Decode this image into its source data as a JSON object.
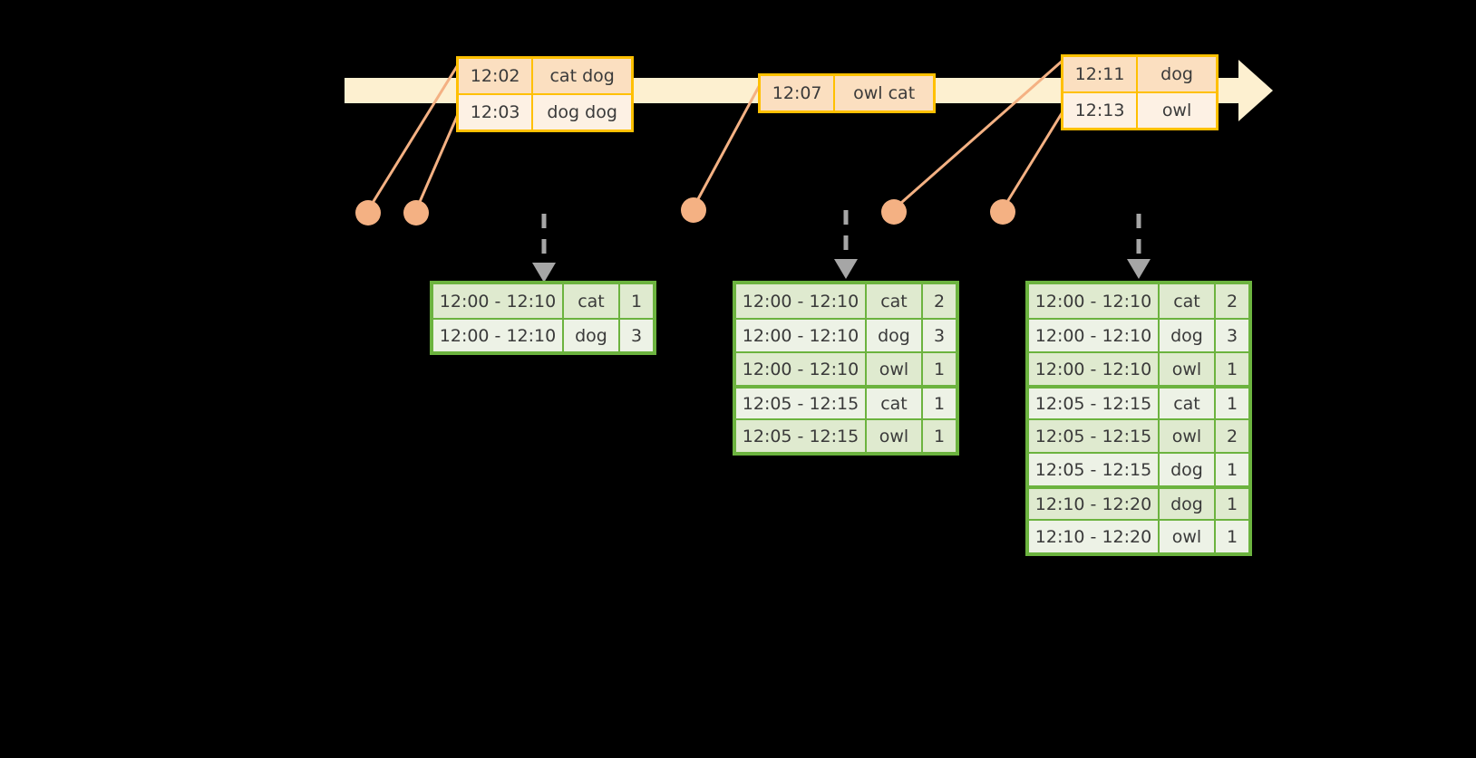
{
  "diagram": {
    "title": "",
    "colors": {
      "background": "#000000",
      "timeline_bar": "#fdf0d0",
      "event_border": "#ffc000",
      "event_fill_dark": "#fbdfc0",
      "event_fill_light": "#fdf1e4",
      "connector": "#f4b183",
      "dot": "#f4b183",
      "table_border": "#6cb33f",
      "table_fill_dark": "#dfeacf",
      "table_fill_light": "#edf2e6",
      "dashed_arrow": "#a6a6a6",
      "text": "#3a3a3a"
    }
  },
  "timeline": {
    "name": "event-stream-timeline",
    "arrow_direction": "right",
    "event_groups": [
      {
        "name": "event-group-1",
        "events": [
          {
            "time": "12:02",
            "text": "cat dog"
          },
          {
            "time": "12:03",
            "text": "dog dog"
          }
        ]
      },
      {
        "name": "event-group-2",
        "events": [
          {
            "time": "12:07",
            "text": "owl cat"
          }
        ]
      },
      {
        "name": "event-group-3",
        "events": [
          {
            "time": "12:11",
            "text": "dog"
          },
          {
            "time": "12:13",
            "text": "owl"
          }
        ]
      }
    ]
  },
  "dots": [
    {
      "name": "event-dot-1",
      "label": ""
    },
    {
      "name": "event-dot-2",
      "label": ""
    },
    {
      "name": "event-dot-3",
      "label": ""
    },
    {
      "name": "event-dot-4",
      "label": ""
    },
    {
      "name": "event-dot-5",
      "label": ""
    }
  ],
  "results": [
    {
      "name": "result-table-1",
      "rows": [
        {
          "window": "12:00 - 12:10",
          "key": "cat",
          "count": "1",
          "group": 0
        },
        {
          "window": "12:00 - 12:10",
          "key": "dog",
          "count": "3",
          "group": 0
        }
      ]
    },
    {
      "name": "result-table-2",
      "rows": [
        {
          "window": "12:00 - 12:10",
          "key": "cat",
          "count": "2",
          "group": 0
        },
        {
          "window": "12:00 - 12:10",
          "key": "dog",
          "count": "3",
          "group": 0
        },
        {
          "window": "12:00 - 12:10",
          "key": "owl",
          "count": "1",
          "group": 0
        },
        {
          "window": "12:05 - 12:15",
          "key": "cat",
          "count": "1",
          "group": 1
        },
        {
          "window": "12:05 - 12:15",
          "key": "owl",
          "count": "1",
          "group": 1
        }
      ]
    },
    {
      "name": "result-table-3",
      "rows": [
        {
          "window": "12:00 - 12:10",
          "key": "cat",
          "count": "2",
          "group": 0
        },
        {
          "window": "12:00 - 12:10",
          "key": "dog",
          "count": "3",
          "group": 0
        },
        {
          "window": "12:00 - 12:10",
          "key": "owl",
          "count": "1",
          "group": 0
        },
        {
          "window": "12:05 - 12:15",
          "key": "cat",
          "count": "1",
          "group": 1
        },
        {
          "window": "12:05 - 12:15",
          "key": "owl",
          "count": "2",
          "group": 1
        },
        {
          "window": "12:05 - 12:15",
          "key": "dog",
          "count": "1",
          "group": 1
        },
        {
          "window": "12:10 - 12:20",
          "key": "dog",
          "count": "1",
          "group": 2
        },
        {
          "window": "12:10 - 12:20",
          "key": "owl",
          "count": "1",
          "group": 2
        }
      ]
    }
  ]
}
